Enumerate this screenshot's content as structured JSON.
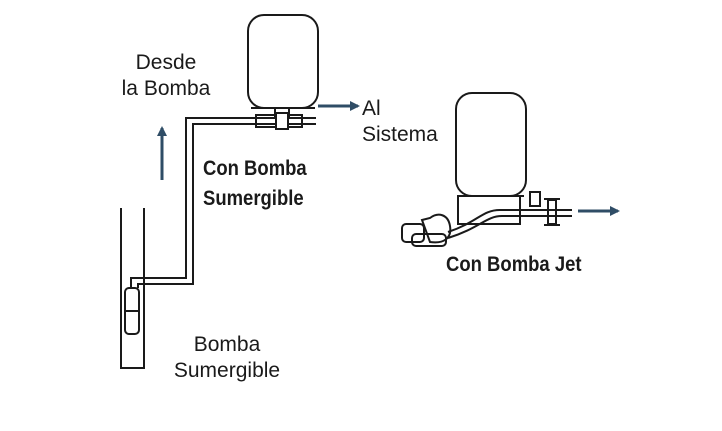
{
  "labels": {
    "from_pump_line1": "Desde",
    "from_pump_line2": "la Bomba",
    "to_system_line1": "Al",
    "to_system_line2": "Sistema",
    "submersible_title_line1": "Con Bomba",
    "submersible_title_line2": "Sumergible",
    "submersible_pump_line1": "Bomba",
    "submersible_pump_line2": "Sumergible",
    "jet_title": "Con Bomba Jet"
  },
  "colors": {
    "arrow": "#2f4d66",
    "line": "#1a1a1a"
  }
}
